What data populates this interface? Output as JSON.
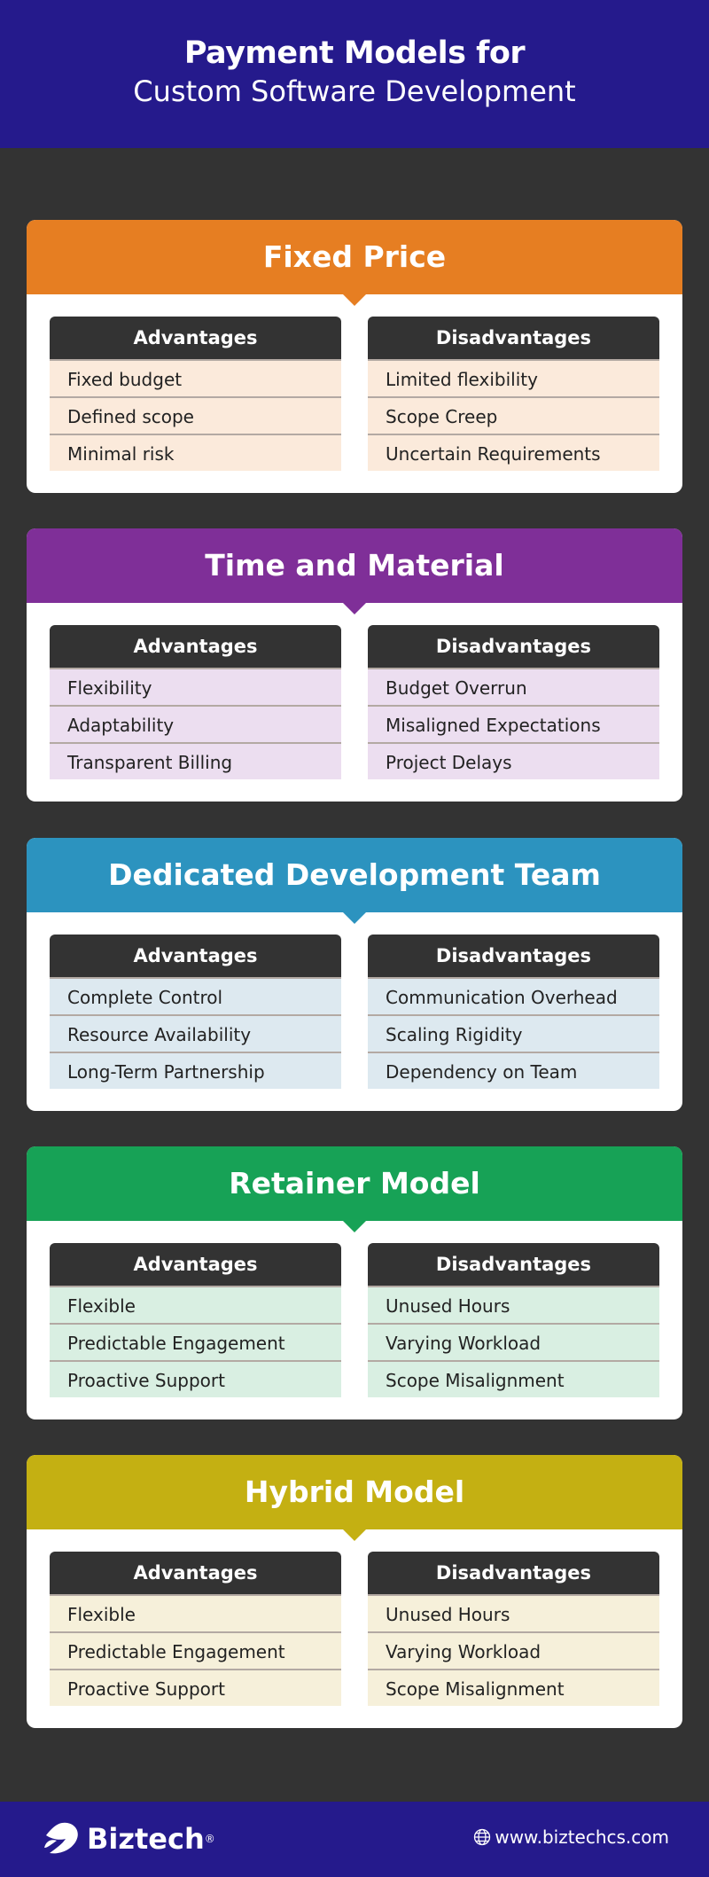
{
  "header": {
    "title_line1": "Payment Models for",
    "title_line2": "Custom Software Development"
  },
  "labels": {
    "advantages": "Advantages",
    "disadvantages": "Disadvantages"
  },
  "models": [
    {
      "title": "Fixed Price",
      "color": "#e67e22",
      "row_color": "#fbeadb",
      "advantages": [
        "Fixed budget",
        "Defined scope",
        "Minimal risk"
      ],
      "disadvantages": [
        "Limited flexibility",
        "Scope Creep",
        "Uncertain Requirements"
      ]
    },
    {
      "title": "Time and Material",
      "color": "#7f2f98",
      "row_color": "#ecdef0",
      "advantages": [
        "Flexibility",
        "Adaptability",
        "Transparent Billing"
      ],
      "disadvantages": [
        "Budget Overrun",
        "Misaligned Expectations",
        "Project Delays"
      ]
    },
    {
      "title": "Dedicated Development Team",
      "color": "#2c93bf",
      "row_color": "#dde9f0",
      "advantages": [
        "Complete Control",
        "Resource Availability",
        "Long-Term Partnership"
      ],
      "disadvantages": [
        "Communication Overhead",
        "Scaling Rigidity",
        "Dependency on Team"
      ]
    },
    {
      "title": "Retainer Model",
      "color": "#17a256",
      "row_color": "#d9efe2",
      "advantages": [
        "Flexible",
        "Predictable Engagement",
        "Proactive Support"
      ],
      "disadvantages": [
        "Unused Hours",
        "Varying Workload",
        "Scope Misalignment"
      ]
    },
    {
      "title": "Hybrid Model",
      "color": "#c4b012",
      "row_color": "#f6f0da",
      "advantages": [
        "Flexible",
        "Predictable Engagement",
        "Proactive Support"
      ],
      "disadvantages": [
        "Unused Hours",
        "Varying Workload",
        "Scope Misalignment"
      ]
    }
  ],
  "footer": {
    "brand": "Biztech",
    "registered": "®",
    "website": "www.biztechcs.com"
  }
}
